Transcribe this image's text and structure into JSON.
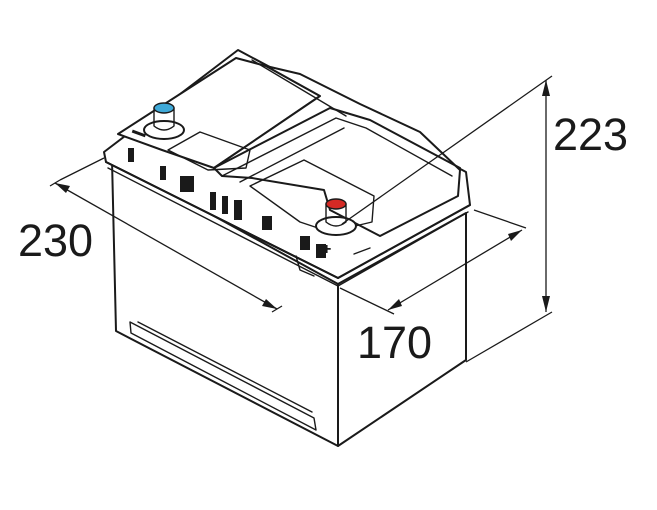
{
  "dimensions": {
    "length": "230",
    "width": "170",
    "height": "223"
  },
  "terminals": {
    "negative_color": "#3fa9d8",
    "positive_color": "#d42a25",
    "positive_symbol": "+"
  }
}
